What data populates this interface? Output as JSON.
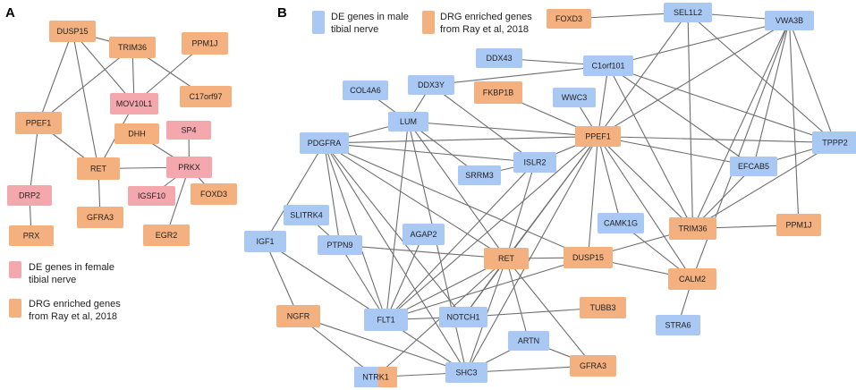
{
  "panels": {
    "a": {
      "label": "A",
      "legend": [
        {
          "type": "de",
          "lines": [
            "DE genes in female",
            "tibial nerve"
          ]
        },
        {
          "type": "drg",
          "lines": [
            "DRG enriched genes",
            "from Ray et al, 2018"
          ]
        }
      ],
      "nodes": [
        {
          "id": "a_dusp15",
          "label": "DUSP15",
          "type": "drg"
        },
        {
          "id": "a_trim36",
          "label": "TRIM36",
          "type": "drg"
        },
        {
          "id": "a_ppm1j",
          "label": "PPM1J",
          "type": "drg"
        },
        {
          "id": "a_mov10l1",
          "label": "MOV10L1",
          "type": "de"
        },
        {
          "id": "a_c17orf97",
          "label": "C17orf97",
          "type": "drg"
        },
        {
          "id": "a_ppef1",
          "label": "PPEF1",
          "type": "drg"
        },
        {
          "id": "a_dhh",
          "label": "DHH",
          "type": "drg"
        },
        {
          "id": "a_sp4",
          "label": "SP4",
          "type": "de"
        },
        {
          "id": "a_ret",
          "label": "RET",
          "type": "drg"
        },
        {
          "id": "a_prkx",
          "label": "PRKX",
          "type": "de"
        },
        {
          "id": "a_drp2",
          "label": "DRP2",
          "type": "de"
        },
        {
          "id": "a_igsf10",
          "label": "IGSF10",
          "type": "de"
        },
        {
          "id": "a_foxd3",
          "label": "FOXD3",
          "type": "drg"
        },
        {
          "id": "a_gfra3",
          "label": "GFRA3",
          "type": "drg"
        },
        {
          "id": "a_prx",
          "label": "PRX",
          "type": "drg"
        },
        {
          "id": "a_egr2",
          "label": "EGR2",
          "type": "drg"
        }
      ]
    },
    "b": {
      "label": "B",
      "legend": [
        {
          "type": "de",
          "lines": [
            "DE genes in male",
            "tibial nerve"
          ]
        },
        {
          "type": "drg",
          "lines": [
            "DRG enriched genes",
            "from Ray et al, 2018"
          ]
        }
      ],
      "nodes": [
        {
          "id": "b_foxd3",
          "label": "FOXD3",
          "type": "drg"
        },
        {
          "id": "b_sel1l2",
          "label": "SEL1L2",
          "type": "de"
        },
        {
          "id": "b_vwa3b",
          "label": "VWA3B",
          "type": "de"
        },
        {
          "id": "b_ddx43",
          "label": "DDX43",
          "type": "de"
        },
        {
          "id": "b_c1orf101",
          "label": "C1orf101",
          "type": "de"
        },
        {
          "id": "b_col4a6",
          "label": "COL4A6",
          "type": "de"
        },
        {
          "id": "b_ddx3y",
          "label": "DDX3Y",
          "type": "de"
        },
        {
          "id": "b_fkbp1b",
          "label": "FKBP1B",
          "type": "drg"
        },
        {
          "id": "b_wwc3",
          "label": "WWC3",
          "type": "de"
        },
        {
          "id": "b_lum",
          "label": "LUM",
          "type": "de"
        },
        {
          "id": "b_ppef1",
          "label": "PPEF1",
          "type": "drg"
        },
        {
          "id": "b_pdgfra",
          "label": "PDGFRA",
          "type": "de"
        },
        {
          "id": "b_tppp2",
          "label": "TPPP2",
          "type": "de"
        },
        {
          "id": "b_islr2",
          "label": "ISLR2",
          "type": "de"
        },
        {
          "id": "b_srrm3",
          "label": "SRRM3",
          "type": "de"
        },
        {
          "id": "b_efcab5",
          "label": "EFCAB5",
          "type": "de"
        },
        {
          "id": "b_slitrk4",
          "label": "SLITRK4",
          "type": "de"
        },
        {
          "id": "b_camk1g",
          "label": "CAMK1G",
          "type": "de"
        },
        {
          "id": "b_trim36",
          "label": "TRIM36",
          "type": "drg"
        },
        {
          "id": "b_ppm1j",
          "label": "PPM1J",
          "type": "drg"
        },
        {
          "id": "b_igf1",
          "label": "IGF1",
          "type": "de"
        },
        {
          "id": "b_agap2",
          "label": "AGAP2",
          "type": "de"
        },
        {
          "id": "b_ptpn9",
          "label": "PTPN9",
          "type": "de"
        },
        {
          "id": "b_ret",
          "label": "RET",
          "type": "drg"
        },
        {
          "id": "b_dusp15",
          "label": "DUSP15",
          "type": "drg"
        },
        {
          "id": "b_calm2",
          "label": "CALM2",
          "type": "drg"
        },
        {
          "id": "b_ngfr",
          "label": "NGFR",
          "type": "drg"
        },
        {
          "id": "b_flt1",
          "label": "FLT1",
          "type": "de"
        },
        {
          "id": "b_notch1",
          "label": "NOTCH1",
          "type": "de"
        },
        {
          "id": "b_tubb3",
          "label": "TUBB3",
          "type": "drg"
        },
        {
          "id": "b_stra6",
          "label": "STRA6",
          "type": "de"
        },
        {
          "id": "b_artn",
          "label": "ARTN",
          "type": "de"
        },
        {
          "id": "b_gfra3",
          "label": "GFRA3",
          "type": "drg"
        },
        {
          "id": "b_ntrk1",
          "label": "NTRK1",
          "type": "split"
        },
        {
          "id": "b_shc3",
          "label": "SHC3",
          "type": "de"
        }
      ]
    }
  },
  "edges": [
    [
      "a_dusp15",
      "a_trim36"
    ],
    [
      "a_dusp15",
      "a_ppef1"
    ],
    [
      "a_dusp15",
      "a_mov10l1"
    ],
    [
      "a_dusp15",
      "a_ret"
    ],
    [
      "a_trim36",
      "a_ppef1"
    ],
    [
      "a_trim36",
      "a_mov10l1"
    ],
    [
      "a_trim36",
      "a_c17orf97"
    ],
    [
      "a_ppm1j",
      "a_mov10l1"
    ],
    [
      "a_mov10l1",
      "a_ret"
    ],
    [
      "a_ppef1",
      "a_ret"
    ],
    [
      "a_ppef1",
      "a_drp2"
    ],
    [
      "a_drp2",
      "a_prx"
    ],
    [
      "a_ret",
      "a_gfra3"
    ],
    [
      "a_ret",
      "a_prkx"
    ],
    [
      "a_prkx",
      "a_sp4"
    ],
    [
      "a_prkx",
      "a_dhh"
    ],
    [
      "a_prkx",
      "a_igsf10"
    ],
    [
      "a_prkx",
      "a_foxd3"
    ],
    [
      "a_prkx",
      "a_egr2"
    ],
    [
      "b_foxd3",
      "b_sel1l2"
    ],
    [
      "b_sel1l2",
      "b_vwa3b"
    ],
    [
      "b_ddx43",
      "b_c1orf101"
    ],
    [
      "b_ddx3y",
      "b_c1orf101"
    ],
    [
      "b_c1orf101",
      "b_vwa3b"
    ],
    [
      "b_fkbp1b",
      "b_ppef1"
    ],
    [
      "b_wwc3",
      "b_ppef1"
    ],
    [
      "b_c1orf101",
      "b_ppef1"
    ],
    [
      "b_c1orf101",
      "b_tppp2"
    ],
    [
      "b_c1orf101",
      "b_efcab5"
    ],
    [
      "b_c1orf101",
      "b_trim36"
    ],
    [
      "b_sel1l2",
      "b_ppef1"
    ],
    [
      "b_sel1l2",
      "b_trim36"
    ],
    [
      "b_sel1l2",
      "b_tppp2"
    ],
    [
      "b_vwa3b",
      "b_ppef1"
    ],
    [
      "b_vwa3b",
      "b_efcab5"
    ],
    [
      "b_vwa3b",
      "b_trim36"
    ],
    [
      "b_vwa3b",
      "b_ppm1j"
    ],
    [
      "b_vwa3b",
      "b_tppp2"
    ],
    [
      "b_vwa3b",
      "b_calm2"
    ],
    [
      "b_col4a6",
      "b_lum"
    ],
    [
      "b_ddx3y",
      "b_lum"
    ],
    [
      "b_ddx3y",
      "b_islr2"
    ],
    [
      "b_lum",
      "b_pdgfra"
    ],
    [
      "b_lum",
      "b_srrm3"
    ],
    [
      "b_lum",
      "b_ppef1"
    ],
    [
      "b_lum",
      "b_ret"
    ],
    [
      "b_lum",
      "b_flt1"
    ],
    [
      "b_pdgfra",
      "b_islr2"
    ],
    [
      "b_pdgfra",
      "b_ppef1"
    ],
    [
      "b_pdgfra",
      "b_ptpn9"
    ],
    [
      "b_pdgfra",
      "b_flt1"
    ],
    [
      "b_pdgfra",
      "b_ret"
    ],
    [
      "b_pdgfra",
      "b_igf1"
    ],
    [
      "b_pdgfra",
      "b_dusp15"
    ],
    [
      "b_pdgfra",
      "b_shc3"
    ],
    [
      "b_pdgfra",
      "b_notch1"
    ],
    [
      "b_ppef1",
      "b_tppp2"
    ],
    [
      "b_ppef1",
      "b_efcab5"
    ],
    [
      "b_ppef1",
      "b_camk1g"
    ],
    [
      "b_ppef1",
      "b_trim36"
    ],
    [
      "b_ppef1",
      "b_calm2"
    ],
    [
      "b_ppef1",
      "b_ret"
    ],
    [
      "b_ppef1",
      "b_dusp15"
    ],
    [
      "b_ppef1",
      "b_flt1"
    ],
    [
      "b_ppef1",
      "b_islr2"
    ],
    [
      "b_ppef1",
      "b_notch1"
    ],
    [
      "b_ppef1",
      "b_shc3"
    ],
    [
      "b_tppp2",
      "b_efcab5"
    ],
    [
      "b_tppp2",
      "b_trim36"
    ],
    [
      "b_efcab5",
      "b_trim36"
    ],
    [
      "b_trim36",
      "b_ppm1j"
    ],
    [
      "b_trim36",
      "b_dusp15"
    ],
    [
      "b_camk1g",
      "b_calm2"
    ],
    [
      "b_calm2",
      "b_stra6"
    ],
    [
      "b_dusp15",
      "b_calm2"
    ],
    [
      "b_dusp15",
      "b_ret"
    ],
    [
      "b_dusp15",
      "b_flt1"
    ],
    [
      "b_islr2",
      "b_srrm3"
    ],
    [
      "b_islr2",
      "b_ret"
    ],
    [
      "b_islr2",
      "b_flt1"
    ],
    [
      "b_slitrk4",
      "b_ptpn9"
    ],
    [
      "b_ptpn9",
      "b_flt1"
    ],
    [
      "b_ptpn9",
      "b_ret"
    ],
    [
      "b_igf1",
      "b_ngfr"
    ],
    [
      "b_igf1",
      "b_flt1"
    ],
    [
      "b_agap2",
      "b_flt1"
    ],
    [
      "b_ret",
      "b_flt1"
    ],
    [
      "b_ret",
      "b_notch1"
    ],
    [
      "b_ret",
      "b_artn"
    ],
    [
      "b_ret",
      "b_gfra3"
    ],
    [
      "b_ret",
      "b_shc3"
    ],
    [
      "b_ret",
      "b_ntrk1"
    ],
    [
      "b_ngfr",
      "b_ntrk1"
    ],
    [
      "b_ngfr",
      "b_shc3"
    ],
    [
      "b_flt1",
      "b_notch1"
    ],
    [
      "b_flt1",
      "b_shc3"
    ],
    [
      "b_notch1",
      "b_tubb3"
    ],
    [
      "b_artn",
      "b_gfra3"
    ],
    [
      "b_artn",
      "b_shc3"
    ],
    [
      "b_gfra3",
      "b_shc3"
    ],
    [
      "b_ntrk1",
      "b_shc3"
    ],
    [
      "b_lum",
      "b_shc3"
    ]
  ],
  "colors": {
    "de_female": "#f4a7ad",
    "de_male": "#a9c8f4",
    "drg": "#f4b07e",
    "edge": "#6e6e6e"
  }
}
